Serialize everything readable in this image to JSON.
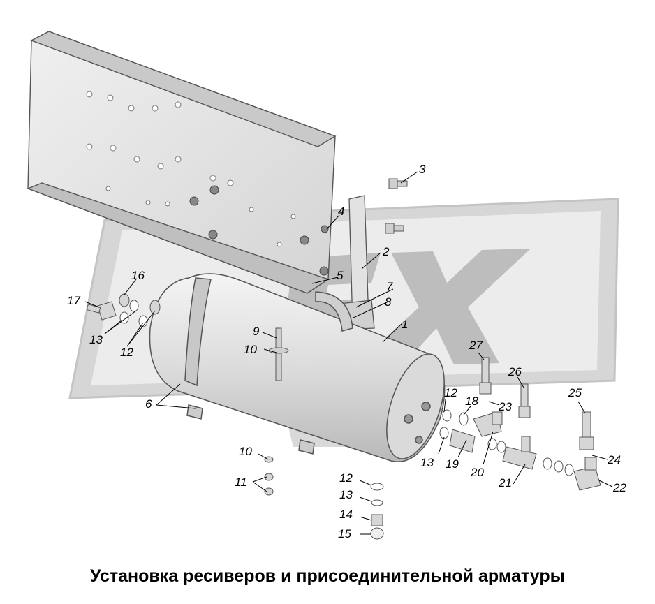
{
  "caption": "Установка ресиверов и присоединительной арматуры",
  "watermark_text": "ЕХ",
  "callouts": [
    "1",
    "2",
    "3",
    "4",
    "5",
    "6",
    "7",
    "8",
    "9",
    "10",
    "10",
    "11",
    "12",
    "12",
    "12",
    "13",
    "13",
    "13",
    "14",
    "15",
    "16",
    "17",
    "18",
    "19",
    "20",
    "21",
    "22",
    "23",
    "24",
    "25",
    "26",
    "27"
  ],
  "colors": {
    "part_fill": "#e8e8e8",
    "part_stroke": "#555555",
    "watermark": "#cfcfcf",
    "watermark_dark": "#bdbdbd",
    "leader": "#000000"
  }
}
